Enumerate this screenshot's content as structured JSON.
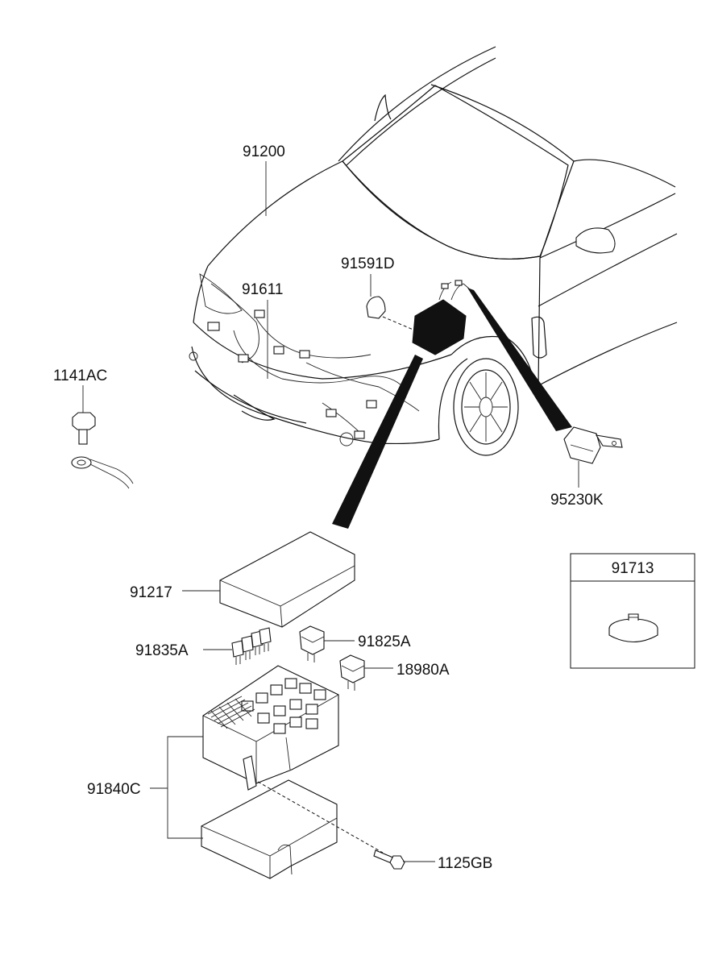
{
  "parts": {
    "p91200": "91200",
    "p91611": "91611",
    "p91591D": "91591D",
    "p1141AC": "1141AC",
    "p95230K": "95230K",
    "p91217": "91217",
    "p91835A": "91835A",
    "p91825A": "91825A",
    "p18980A": "18980A",
    "p91840C": "91840C",
    "p1125GB": "1125GB"
  },
  "inset": {
    "title": "91713"
  }
}
